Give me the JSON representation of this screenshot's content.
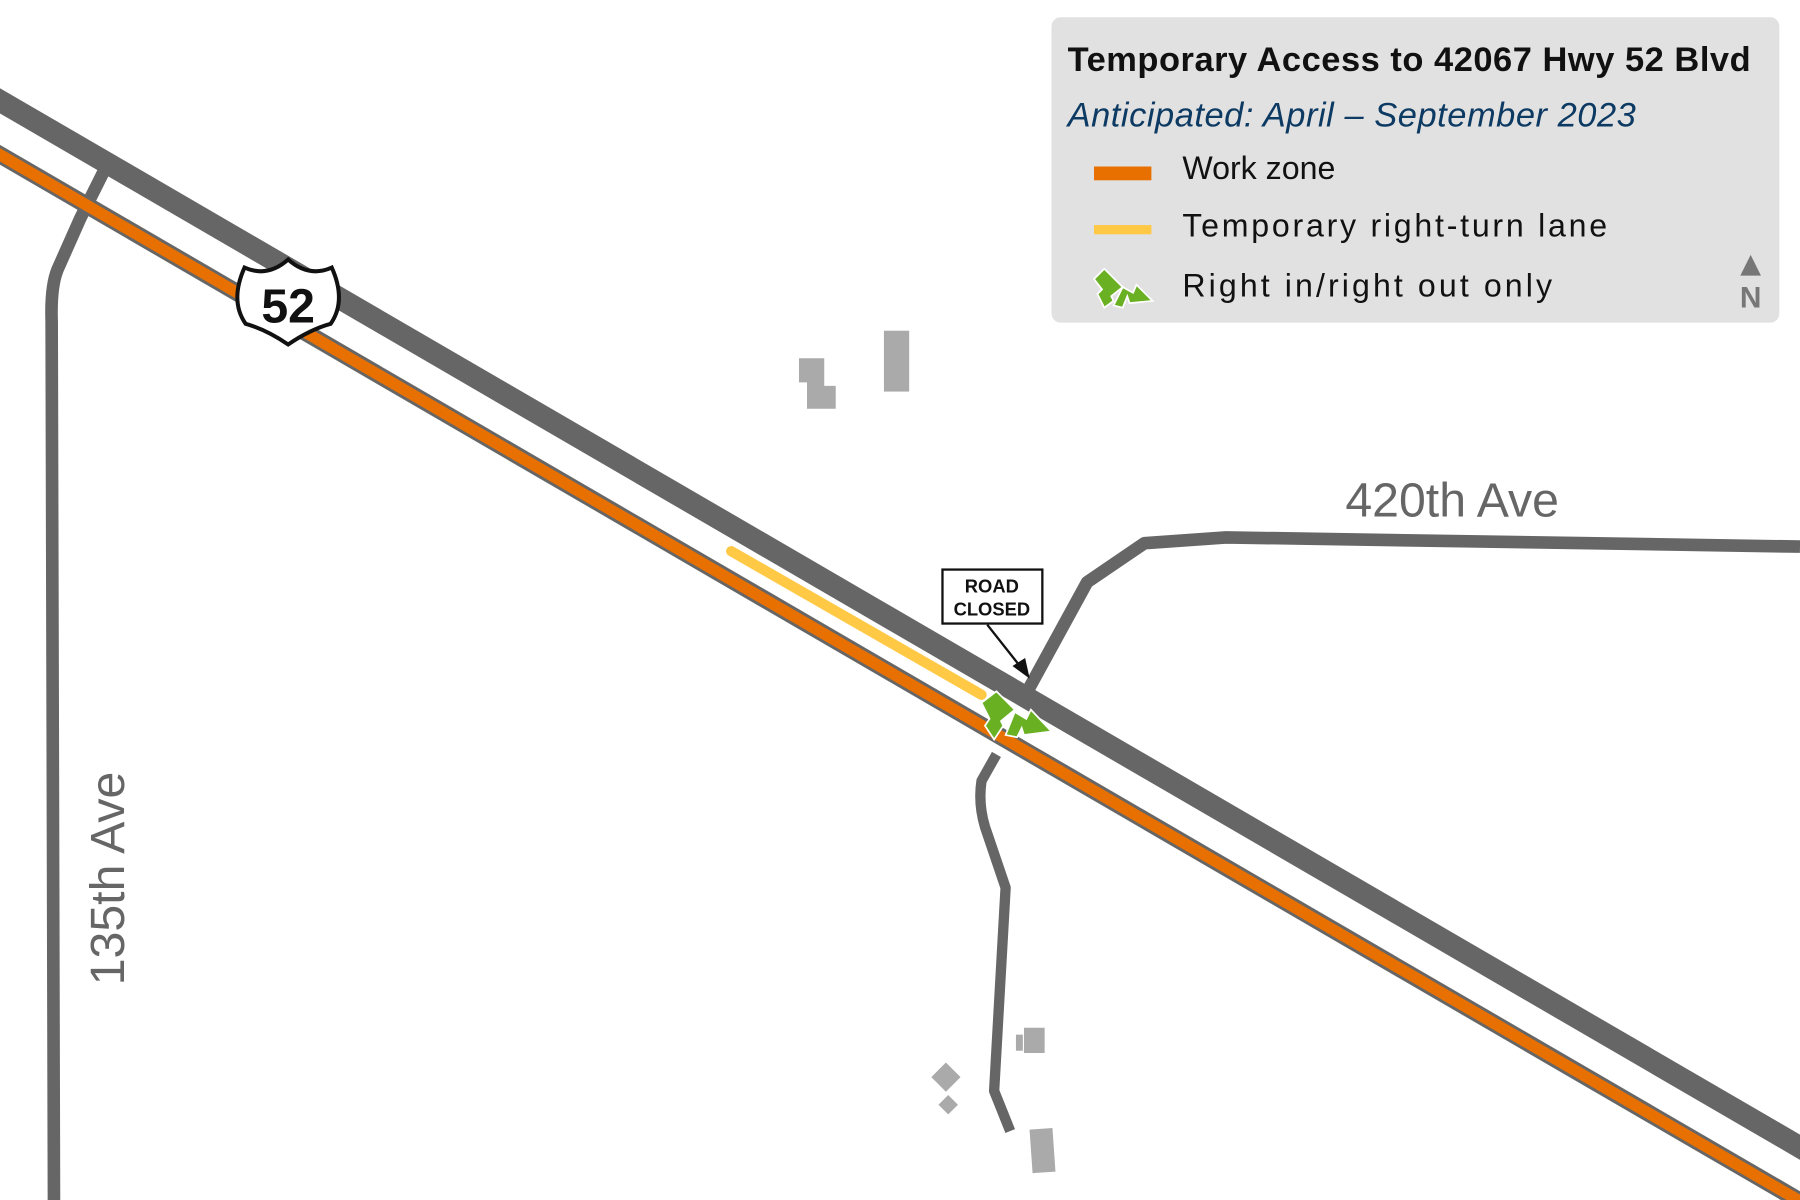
{
  "legend": {
    "title": "Temporary Access to 42067 Hwy 52 Blvd",
    "subtitle": "Anticipated: April – September 2023",
    "items": [
      {
        "label": "Work zone",
        "color": "#e87000",
        "symbol": "line"
      },
      {
        "label": "Temporary right-turn lane",
        "color": "#ffc845",
        "symbol": "line"
      },
      {
        "label": "Right in/right out only",
        "color": "#6ab023",
        "symbol": "arrows-icon"
      }
    ],
    "north_label": "N"
  },
  "map": {
    "highway_shield": "52",
    "road_labels": {
      "east_road": "420th Ave",
      "west_road": "135th Ave"
    },
    "sign": {
      "line1": "ROAD",
      "line2": "CLOSED"
    },
    "colors": {
      "road": "#666666",
      "building": "#aaaaaa",
      "work_zone": "#e87000",
      "turn_lane": "#ffc845",
      "arrows": "#6ab023",
      "legend_bg": "#e1e1e1",
      "subtitle": "#0d3a63"
    }
  }
}
